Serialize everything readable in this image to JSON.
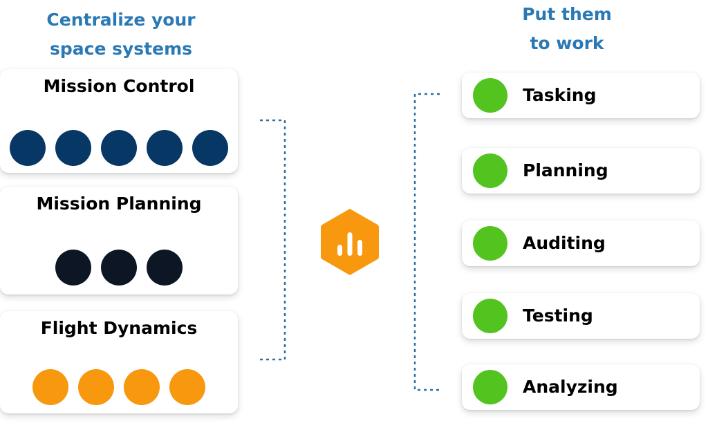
{
  "left_heading": [
    "Centralize your",
    "space systems"
  ],
  "right_heading": [
    "Put them",
    "to work"
  ],
  "colors": {
    "heading": "#2a78b4",
    "mission_control_dot": "#073764",
    "mission_planning_dot": "#0c1624",
    "flight_dynamics_dot": "#f7980f",
    "task_dot": "#53c41f",
    "connector": "#2a6ea3",
    "hub": "#f7980f"
  },
  "systems": [
    {
      "title": "Mission Control",
      "dot_count": 5,
      "dot_color": "#073764"
    },
    {
      "title": "Mission Planning",
      "dot_count": 3,
      "dot_color": "#0c1624"
    },
    {
      "title": "Flight Dynamics",
      "dot_count": 4,
      "dot_color": "#f7980f"
    }
  ],
  "hub": {
    "icon": "bar-chart-hexagon-icon"
  },
  "tasks": [
    {
      "label": "Tasking"
    },
    {
      "label": "Planning"
    },
    {
      "label": "Auditing"
    },
    {
      "label": "Testing"
    },
    {
      "label": "Analyzing"
    }
  ]
}
